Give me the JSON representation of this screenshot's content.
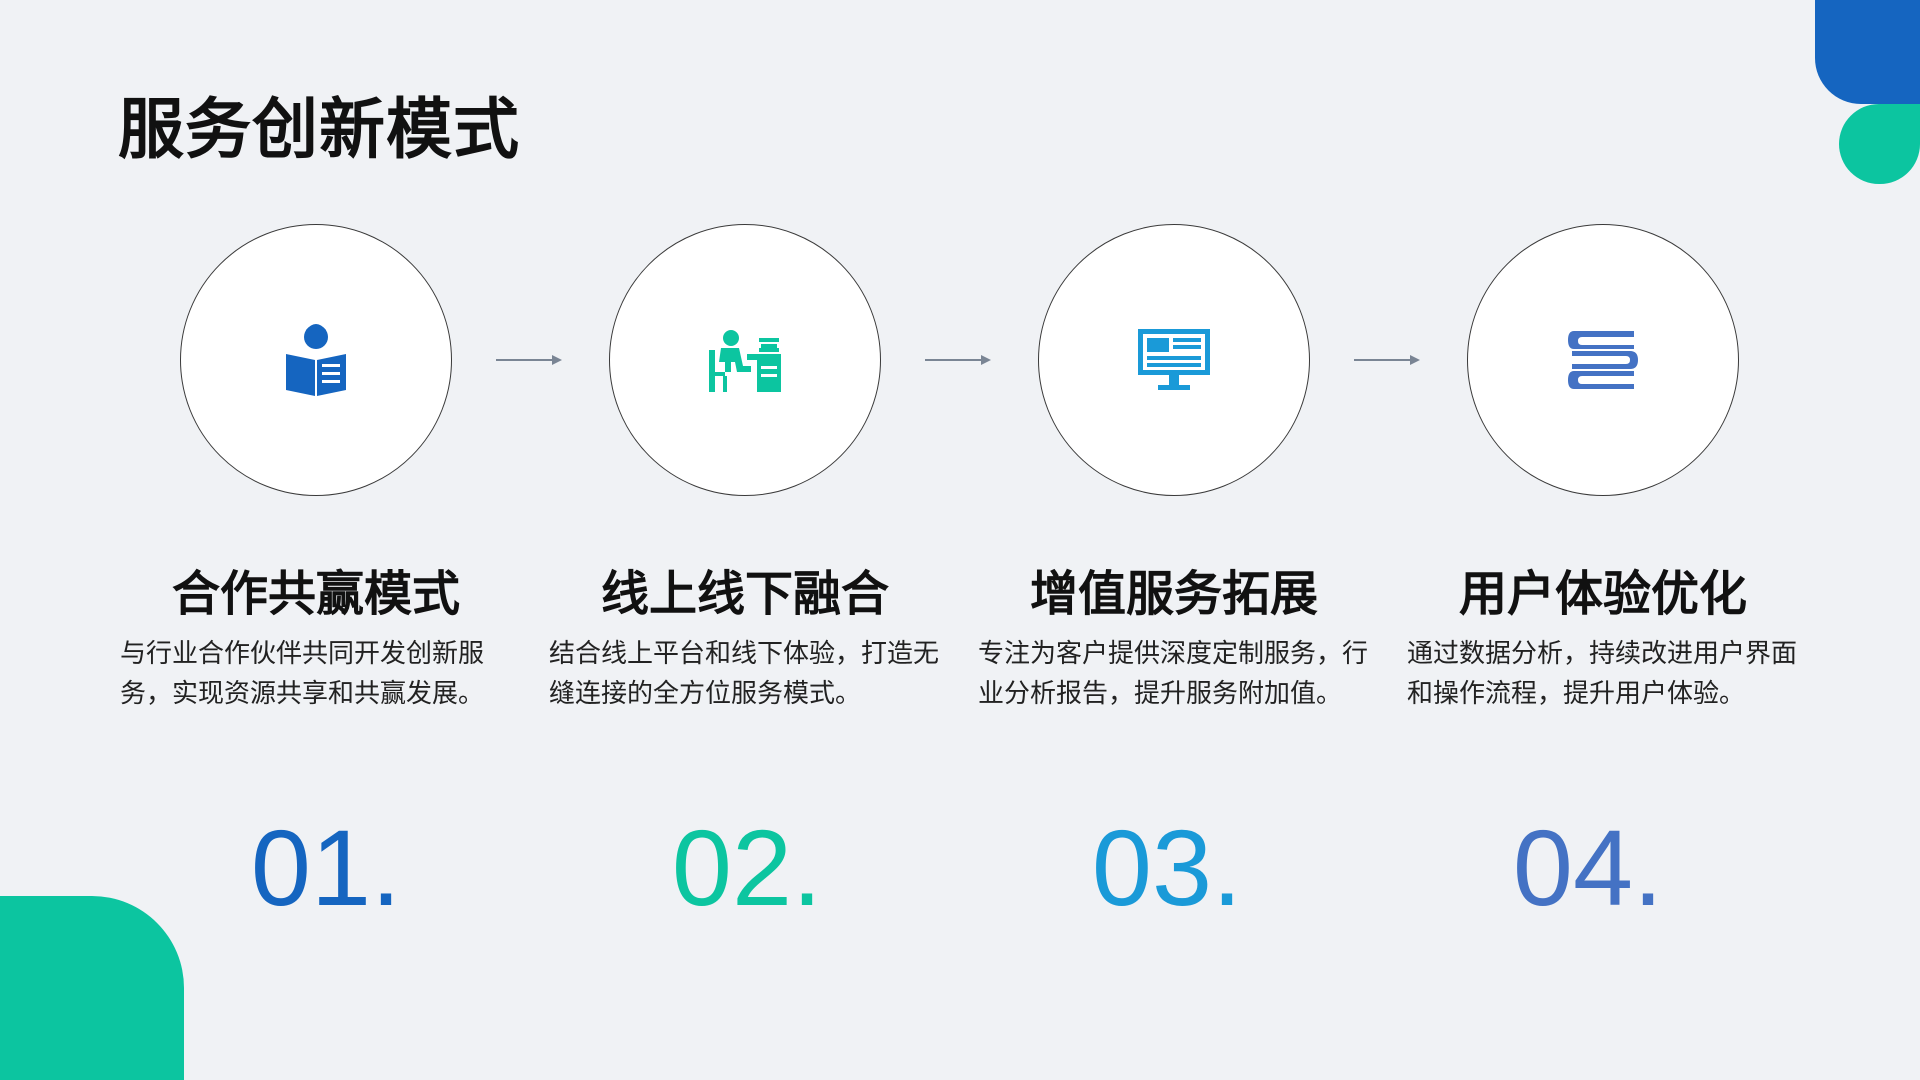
{
  "page": {
    "title": "服务创新模式"
  },
  "colors": {
    "blue": "#1565c0",
    "green": "#0cc5a0",
    "sky": "#1a9ad8",
    "steel": "#4472c4",
    "text": "#111111",
    "background": "#f0f2f5"
  },
  "steps": [
    {
      "number": "01.",
      "title": "合作共赢模式",
      "description": "与行业合作伙伴共同开发创新服务，实现资源共享和共赢发展。",
      "icon": "reading-person-icon",
      "color": "#1565c0"
    },
    {
      "number": "02.",
      "title": "线上线下融合",
      "description": "结合线上平台和线下体验，打造无缝连接的全方位服务模式。",
      "icon": "person-at-desk-icon",
      "color": "#0cc5a0"
    },
    {
      "number": "03.",
      "title": "增值服务拓展",
      "description": "专注为客户提供深度定制服务，行业分析报告，提升服务附加值。",
      "icon": "monitor-icon",
      "color": "#1a9ad8"
    },
    {
      "number": "04.",
      "title": "用户体验优化",
      "description": "通过数据分析，持续改进用户界面和操作流程，提升用户体验。",
      "icon": "book-stack-icon",
      "color": "#4472c4"
    }
  ]
}
